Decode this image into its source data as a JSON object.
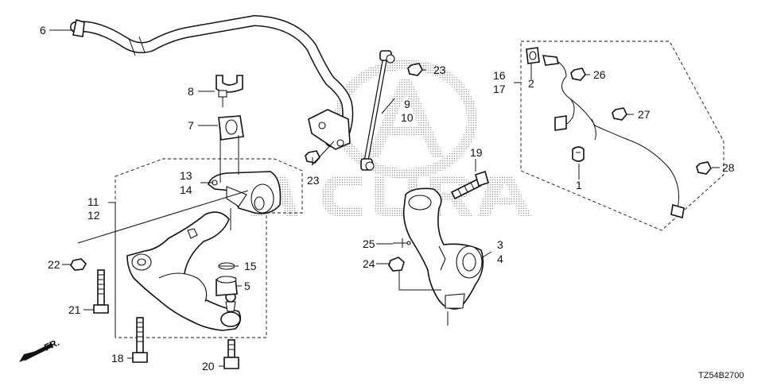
{
  "watermark": {
    "brand_text": "ACURA",
    "logo_name": "acura-logo-watermark"
  },
  "direction_indicator": {
    "text": "FR.",
    "icon": "front-direction-arrow-icon"
  },
  "diagram_code": "TZ54B2700",
  "callouts": {
    "c1": "1",
    "c2": "2",
    "c3": "3",
    "c4": "4",
    "c5": "5",
    "c6": "6",
    "c7": "7",
    "c8": "8",
    "c9": "9",
    "c10": "10",
    "c11": "11",
    "c12": "12",
    "c13": "13",
    "c14": "14",
    "c15": "15",
    "c16": "16",
    "c17": "17",
    "c18": "18",
    "c19": "19",
    "c20": "20",
    "c21": "21",
    "c22": "22",
    "c23a": "23",
    "c23b": "23",
    "c24": "24",
    "c25": "25",
    "c26": "26",
    "c27": "27",
    "c28": "28"
  },
  "colors": {
    "line": "#111111",
    "watermark": "#9a9a9a",
    "background": "#ffffff"
  }
}
